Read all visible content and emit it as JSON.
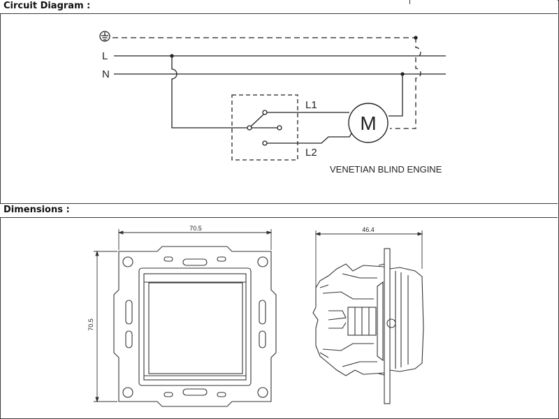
{
  "sections": {
    "circuit_title": "Circuit Diagram :",
    "dimensions_title": "Dimensions :"
  },
  "circuit": {
    "line_L": "L",
    "line_N": "N",
    "terminal_L1": "L1",
    "terminal_L2": "L2",
    "motor_symbol": "M",
    "motor_caption": "VENETIAN BLIND ENGINE",
    "ground_icon": "earth-ground-icon"
  },
  "dimensions": {
    "front_width": "70.5",
    "front_height": "70.5",
    "side_depth": "46.4"
  }
}
